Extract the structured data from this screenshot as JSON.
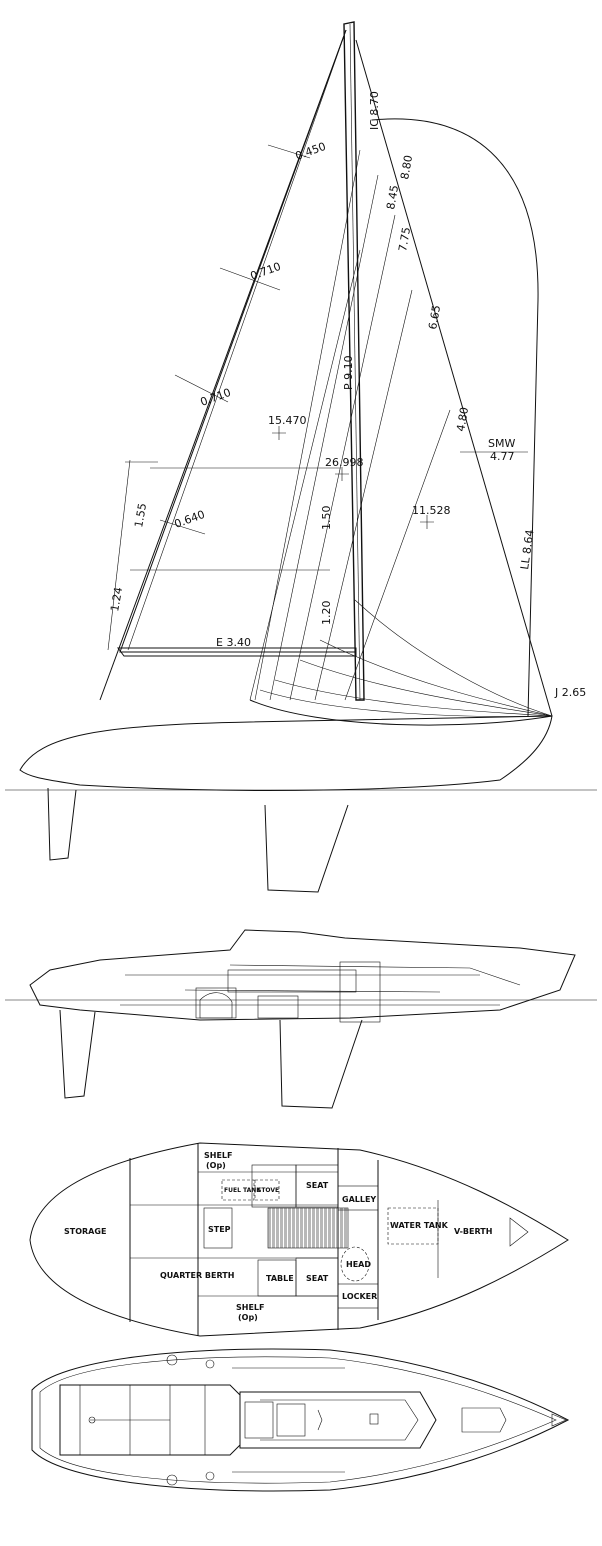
{
  "sail_plan": {
    "dimensions": {
      "ic": "IC 8.70",
      "p": "P 9.10",
      "e": "E 3.40",
      "j": "J 2.65",
      "ll": "LL 8.64",
      "smw_label": "SMW",
      "smw_value": "4.77",
      "main_area": "15.470",
      "total_area": "26.998",
      "jib_area": "11.528",
      "girth_top": "0.450",
      "girth_upper": "0.710",
      "girth_mid": "0.710",
      "girth_low": "0.640",
      "leech_upper": "1.55",
      "leech_lower": "1.24",
      "mast_upper": "1.50",
      "mast_lower": "1.20",
      "luff_a": "8.80",
      "luff_b": "8.45",
      "luff_c": "7.75",
      "luff_d": "6.65",
      "luff_e": "4.80"
    }
  },
  "accommodation_plan": {
    "labels": {
      "storage": "STORAGE",
      "shelf_top": "SHELF",
      "shelf_top_op": "(Op)",
      "shelf_bottom": "SHELF",
      "shelf_bottom_op": "(Op)",
      "fuel_tank": "FUEL TANK",
      "stove": "STOVE",
      "seat_top": "SEAT",
      "seat_bottom": "SEAT",
      "galley": "GALLEY",
      "water_tank": "WATER TANK",
      "v_berth": "V-BERTH",
      "step": "STEP",
      "quarter_berth": "QUARTER BERTH",
      "table": "TABLE",
      "head": "HEAD",
      "locker": "LOCKER"
    }
  }
}
